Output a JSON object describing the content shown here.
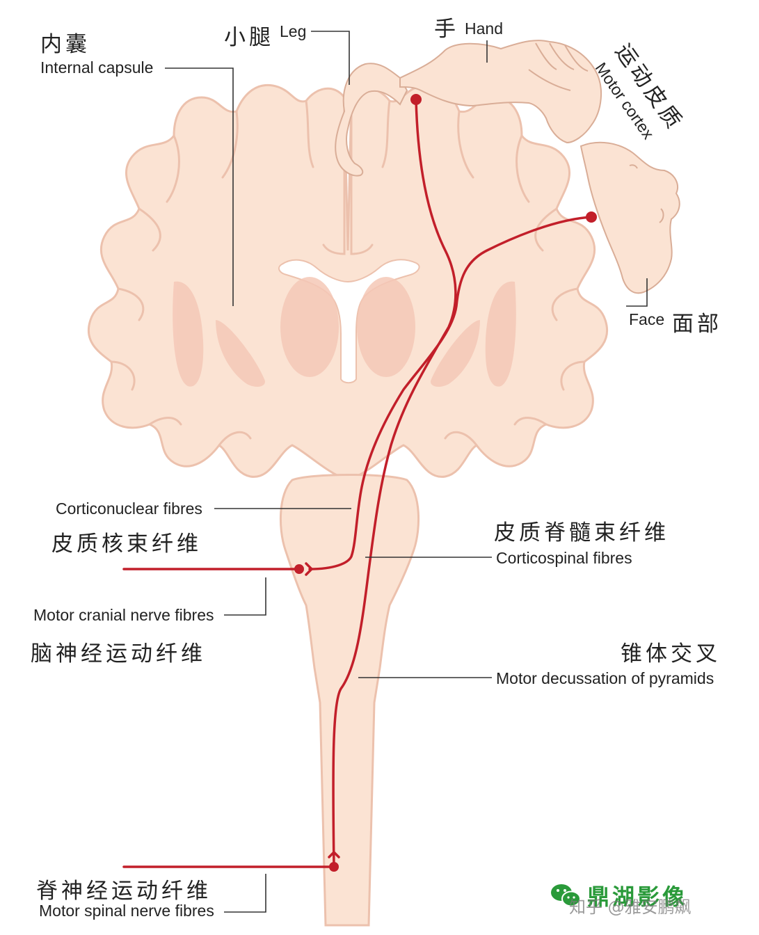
{
  "labels": {
    "internal_capsule_cn": "内囊",
    "internal_capsule_en": "Internal capsule",
    "leg_cn": "小腿",
    "leg_en": "Leg",
    "hand_cn": "手",
    "hand_en": "Hand",
    "motor_cortex_cn": "运动皮质",
    "motor_cortex_en": "Motor cortex",
    "face_en": "Face",
    "face_cn": "面部",
    "corticonuclear_en": "Corticonuclear fibres",
    "corticonuclear_cn": "皮质核束纤维",
    "corticospinal_cn": "皮质脊髓束纤维",
    "corticospinal_en": "Corticospinal fibres",
    "motor_cranial_en": "Motor cranial nerve fibres",
    "motor_cranial_cn": "脑神经运动纤维",
    "decussation_cn": "锥体交叉",
    "decussation_en": "Motor decussation of pyramids",
    "spinal_cn": "脊神经运动纤维",
    "spinal_en": "Motor spinal nerve fibres"
  },
  "watermark": {
    "wechat_icon": "wechat-icon",
    "account": "鼎湖影像",
    "zhihu": "知乎 @雅安鹏飙"
  },
  "colors": {
    "tissue": "#fbe3d3",
    "tissue_edge": "#ecc1ad",
    "deep_nuclei": "#f5c8b7",
    "tract": "#c21f2a",
    "leader": "#333333",
    "watermark_green": "#2a9a3a"
  }
}
